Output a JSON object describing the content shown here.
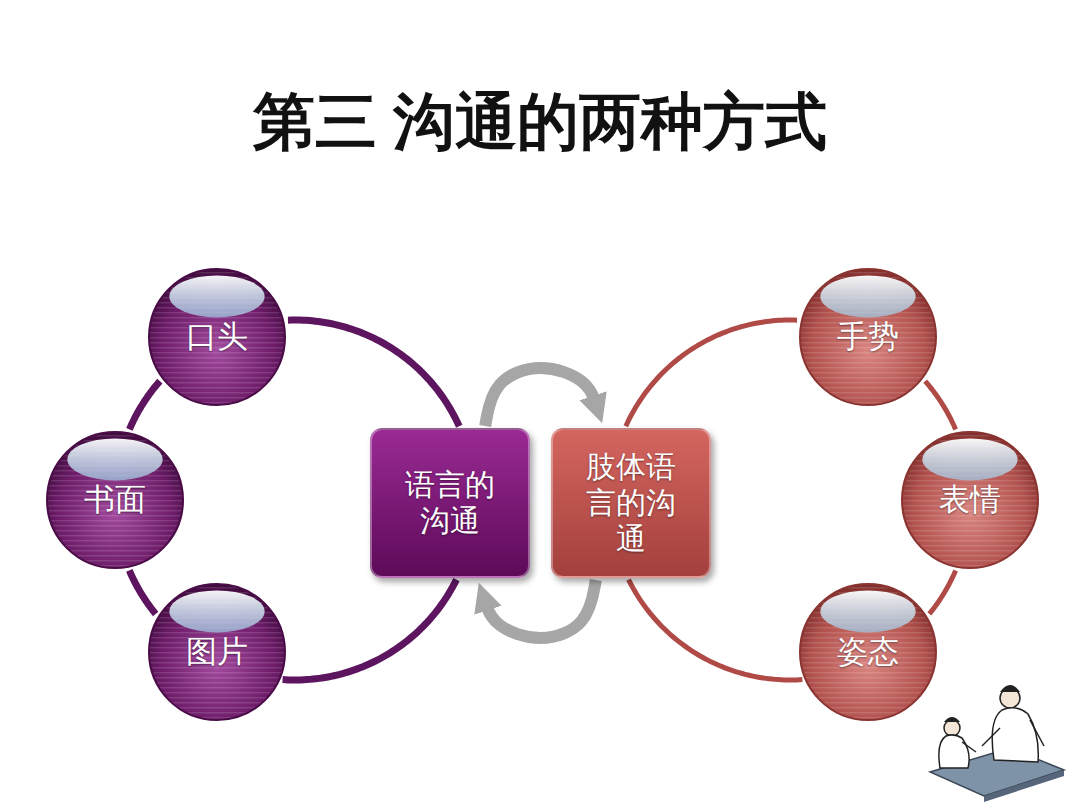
{
  "diagram": {
    "title": "第三 沟通的两种方式",
    "nodes": [
      {
        "text": [
          "口头"
        ]
      },
      {
        "text": [
          "书面"
        ]
      },
      {
        "text": [
          "图片"
        ]
      },
      {
        "text": [
          "语言的沟通"
        ]
      },
      {
        "text": [
          "肢体语言的沟通"
        ]
      },
      {
        "text": [
          "手势"
        ]
      },
      {
        "text": [
          "表情"
        ]
      },
      {
        "text": [
          "姿态"
        ]
      }
    ],
    "edges": [
      {
        "from": 3,
        "to": 4,
        "arrow": "to"
      },
      {
        "from": 4,
        "to": 3,
        "arrow": "to"
      },
      {
        "from": 0,
        "to": 1,
        "arrow": "none"
      },
      {
        "from": 1,
        "to": 2,
        "arrow": "none"
      },
      {
        "from": 2,
        "to": 3,
        "arrow": "none"
      },
      {
        "from": 3,
        "to": 0,
        "arrow": "none"
      },
      {
        "from": 4,
        "to": 5,
        "arrow": "none"
      },
      {
        "from": 5,
        "to": 6,
        "arrow": "none"
      },
      {
        "from": 6,
        "to": 7,
        "arrow": "none"
      },
      {
        "from": 7,
        "to": 4,
        "arrow": "none"
      }
    ]
  }
}
